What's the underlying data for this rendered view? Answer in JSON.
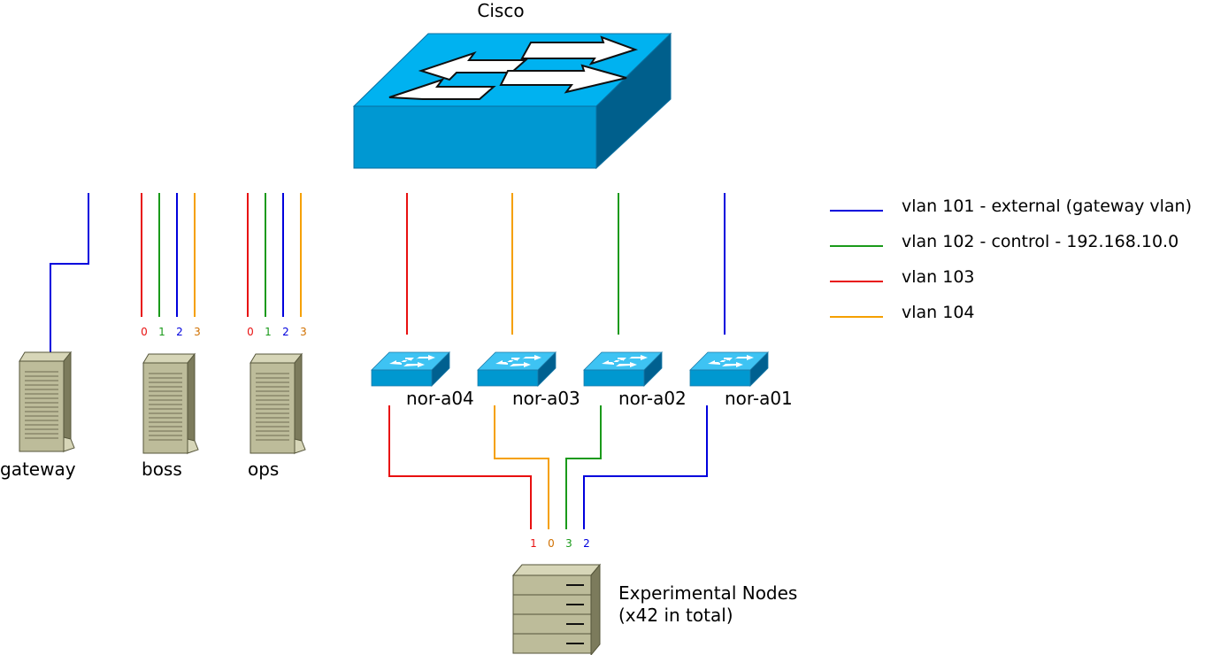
{
  "core_switch": {
    "label": "Cisco"
  },
  "servers": [
    {
      "key": "gateway",
      "label": "gateway",
      "ports": []
    },
    {
      "key": "boss",
      "label": "boss",
      "ports": [
        "0",
        "1",
        "2",
        "3"
      ]
    },
    {
      "key": "ops",
      "label": "ops",
      "ports": [
        "0",
        "1",
        "2",
        "3"
      ]
    }
  ],
  "switches": [
    {
      "key": "a04",
      "label": "nor-a04",
      "vlan": "103"
    },
    {
      "key": "a03",
      "label": "nor-a03",
      "vlan": "104"
    },
    {
      "key": "a02",
      "label": "nor-a02",
      "vlan": "102"
    },
    {
      "key": "a01",
      "label": "nor-a01",
      "vlan": "101"
    }
  ],
  "experimental": {
    "line1": "Experimental Nodes",
    "line2": "(x42 in total)",
    "ports": [
      "1",
      "0",
      "3",
      "2"
    ]
  },
  "legend": [
    {
      "vlan": "101",
      "label": "vlan 101 - external (gateway vlan)",
      "color": "#0000dd"
    },
    {
      "vlan": "102",
      "label": "vlan 102 - control - 192.168.10.0",
      "color": "#1a9a1a"
    },
    {
      "vlan": "103",
      "label": "vlan 103",
      "color": "#e81010"
    },
    {
      "vlan": "104",
      "label": "vlan 104",
      "color": "#f5a000"
    }
  ],
  "port_label_colors": [
    "#e81010",
    "#1a9a1a",
    "#0000dd",
    "#d07000"
  ],
  "device_colors": {
    "switch_light": "#00aaee",
    "switch_dark": "#006090",
    "server_face": "#bdbc9a"
  }
}
